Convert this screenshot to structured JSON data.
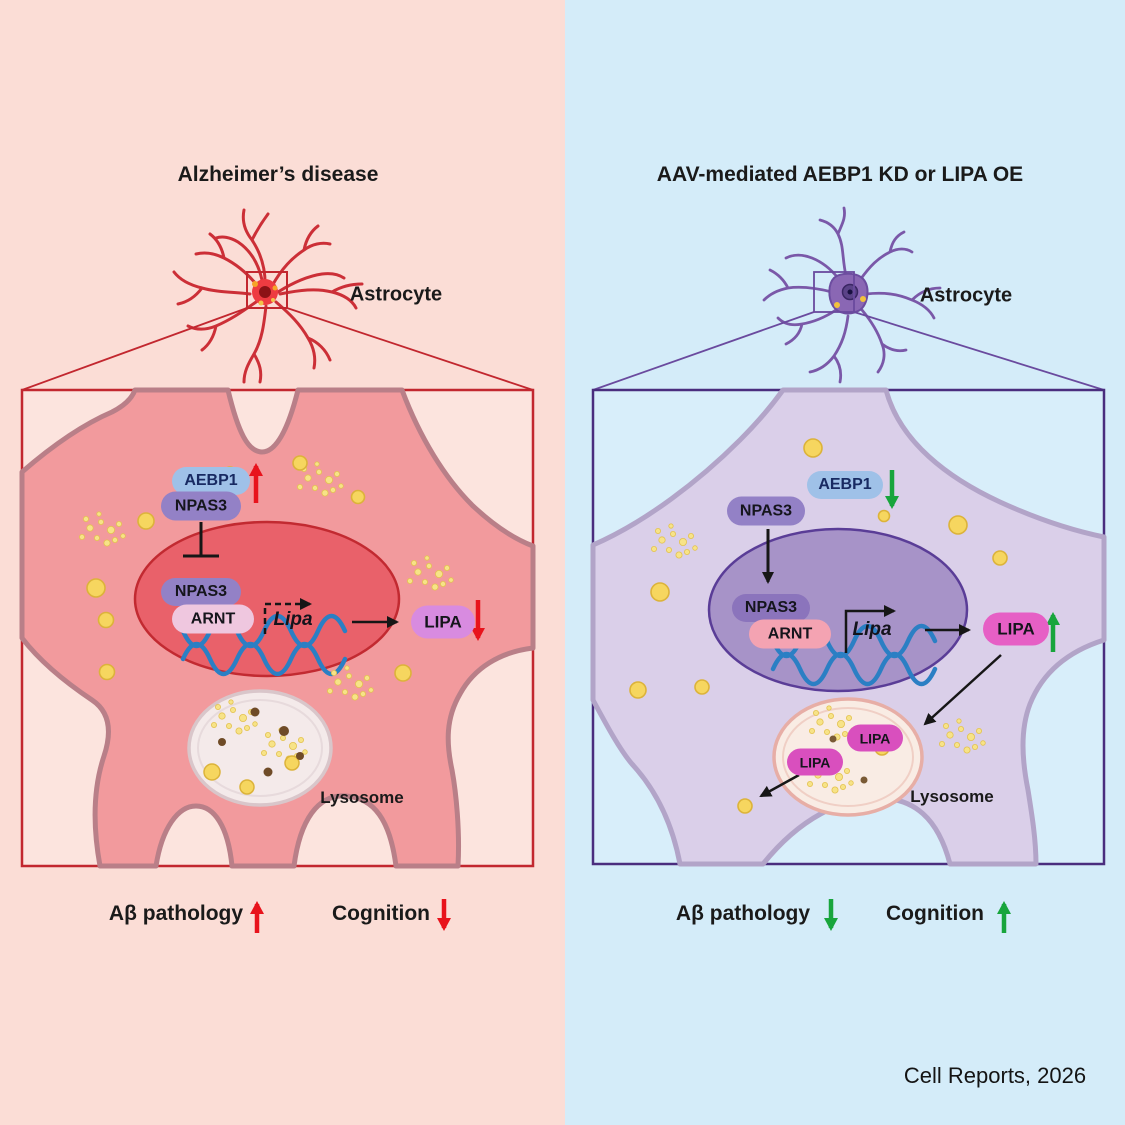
{
  "left": {
    "title": "Alzheimer’s disease",
    "astrocyte": "Astrocyte",
    "aebp1": "AEBP1",
    "npas3_cytoplasm": "NPAS3",
    "npas3_nucleus": "NPAS3",
    "arnt": "ARNT",
    "lipa_gene": "Lipa",
    "lipa_protein": "LIPA",
    "lysosome": "Lysosome",
    "ab_pathology": "Aβ pathology",
    "ab_pathology_direction": "up",
    "cognition": "Cognition",
    "cognition_direction": "down",
    "aebp1_direction": "up",
    "lipa_direction": "down"
  },
  "right": {
    "title": "AAV-mediated AEBP1 KD or LIPA OE",
    "astrocyte": "Astrocyte",
    "aebp1": "AEBP1",
    "npas3_cytoplasm": "NPAS3",
    "npas3_nucleus": "NPAS3",
    "arnt": "ARNT",
    "lipa_gene": "Lipa",
    "lipa_protein": "LIPA",
    "lipa_lysosome_1": "LIPA",
    "lipa_lysosome_2": "LIPA",
    "lysosome": "Lysosome",
    "ab_pathology": "Aβ pathology",
    "ab_pathology_direction": "down",
    "cognition": "Cognition",
    "cognition_direction": "up",
    "aebp1_direction": "down",
    "lipa_direction": "up"
  },
  "credit": "Cell Reports, 2026",
  "colors": {
    "disease_arrow": "#e8131c",
    "treatment_arrow": "#18a53c",
    "left_background": "#fbddd6",
    "right_background": "#d4ecf9",
    "left_cell_fill": "#f29a9d",
    "left_nucleus_fill": "#e9616a",
    "right_cell_fill": "#dacfe9",
    "right_nucleus_fill": "#a793c8",
    "aebp1_pill": "#9fc1e8",
    "npas3_pill": "#9381c6",
    "arnt_left_pill": "#efc7df",
    "arnt_right_pill": "#f4a3b2",
    "lipa_left_pill": "#d88be0",
    "lipa_right_pill": "#e65fc5",
    "dna_helix": "#2b7fc4",
    "lipid_droplet": "#f6d65f"
  }
}
